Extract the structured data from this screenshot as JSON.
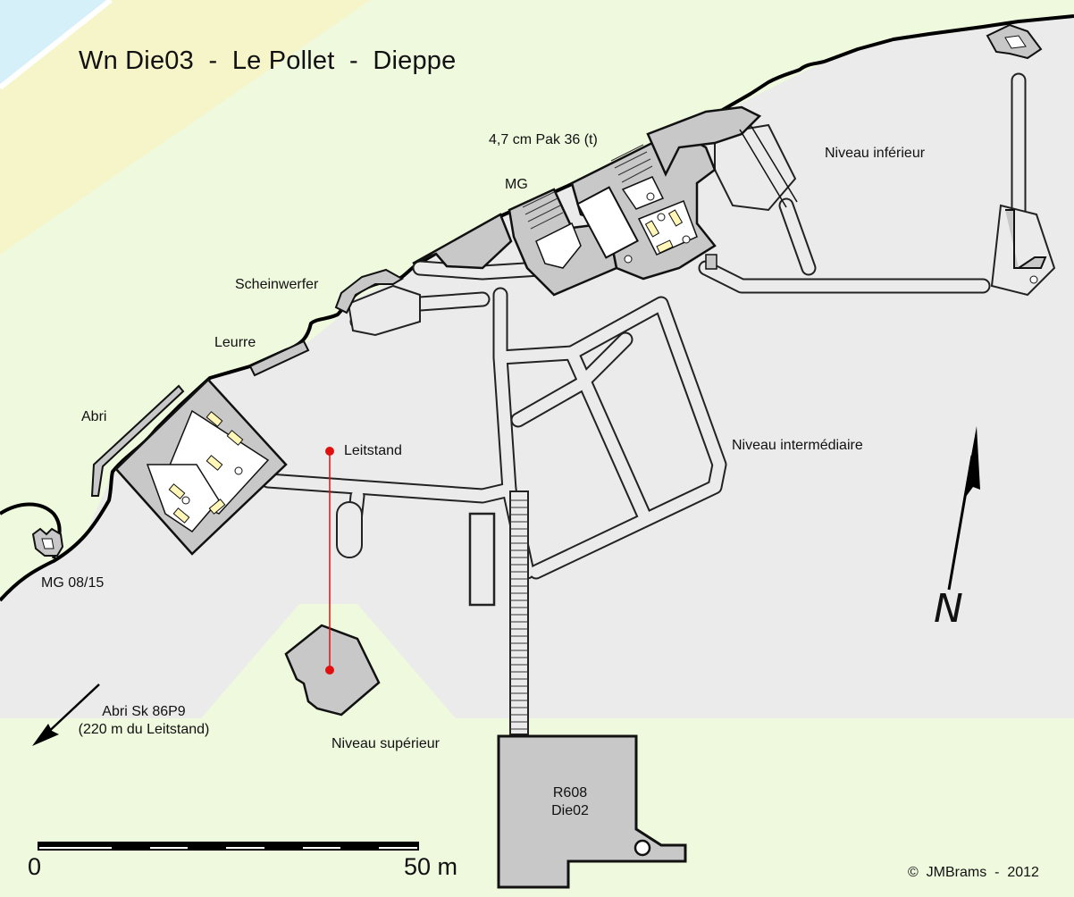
{
  "title": "Wn Die03  -  Le Pollet  -  Dieppe",
  "labels": {
    "pak": "4,7 cm Pak 36 (t)",
    "mg": "MG",
    "niveau_inferieur": "Niveau inférieur",
    "scheinwerfer": "Scheinwerfer",
    "leurre": "Leurre",
    "abri": "Abri",
    "leitstand": "Leitstand",
    "niveau_intermediaire": "Niveau intermédiaire",
    "mg0815": "MG 08/15",
    "abri_sk_line1": "Abri Sk 86P9",
    "abri_sk_line2": "(220 m du Leitstand)",
    "niveau_superieur": "Niveau supérieur",
    "r608_line1": "R608",
    "r608_line2": "Die02"
  },
  "scale": {
    "start_label": "0",
    "end_label": "50 m"
  },
  "north_label": "N",
  "copyright": "©  JMBrams  -  2012",
  "colors": {
    "sea": "#d6f0fa",
    "beach": "#f6f5c9",
    "grass": "#eef9dd",
    "plateau": "#ebebeb",
    "bunker": "#c8c8c8",
    "room": "#ffffff",
    "crate": "#fff6b8",
    "marker": "#e01010"
  }
}
